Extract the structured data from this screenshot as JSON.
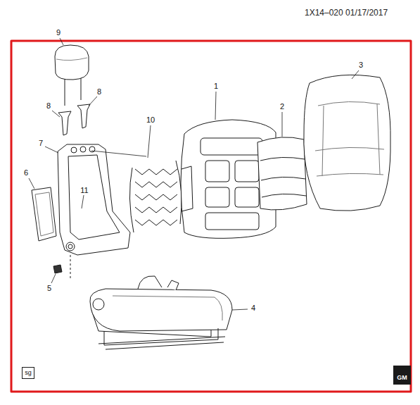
{
  "diagram": {
    "nodes": [
      {
        "text": [
          "sg"
        ]
      },
      {
        "text": [
          "GM"
        ]
      }
    ],
    "labels": [
      "1X14–020 01/17/2017",
      "9",
      "8",
      "8",
      "1",
      "3",
      "2",
      "10",
      "7",
      "11",
      "6",
      "5",
      "4"
    ]
  }
}
